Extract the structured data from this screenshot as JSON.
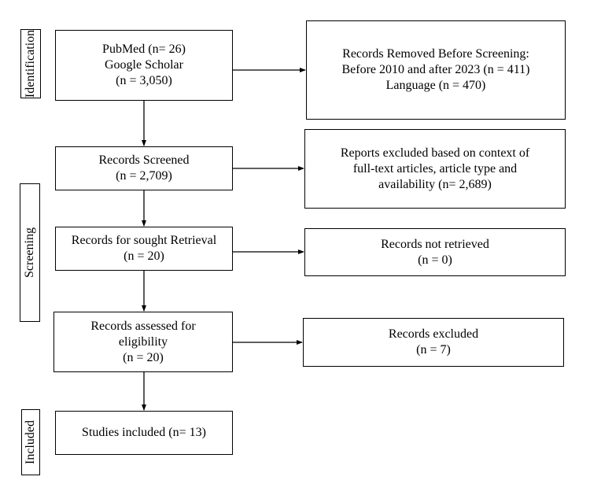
{
  "phases": {
    "identification": "Identification",
    "screening": "Screening",
    "included": "Included"
  },
  "boxes": {
    "sources": {
      "lines": [
        "PubMed (n= 26)",
        "Google Scholar",
        "(n = 3,050)"
      ]
    },
    "removed_before_screening": {
      "lines": [
        "Records Removed Before Screening:",
        "Before 2010 and after 2023 (n = 411)",
        "Language (n = 470)"
      ]
    },
    "records_screened": {
      "lines": [
        "Records Screened",
        "(n = 2,709)"
      ]
    },
    "reports_excluded": {
      "lines": [
        "Reports excluded based on context of",
        "full-text articles, article type and",
        "availability (n= 2,689)"
      ]
    },
    "sought_retrieval": {
      "lines": [
        "Records for sought Retrieval",
        "(n = 20)"
      ]
    },
    "not_retrieved": {
      "lines": [
        "Records not retrieved",
        "(n = 0)"
      ]
    },
    "assessed_eligibility": {
      "lines": [
        "Records assessed for",
        "eligibility",
        "(n = 20)"
      ]
    },
    "records_excluded": {
      "lines": [
        "Records excluded",
        "(n = 7)"
      ]
    },
    "studies_included": {
      "lines": [
        "Studies included (n= 13)"
      ]
    }
  }
}
